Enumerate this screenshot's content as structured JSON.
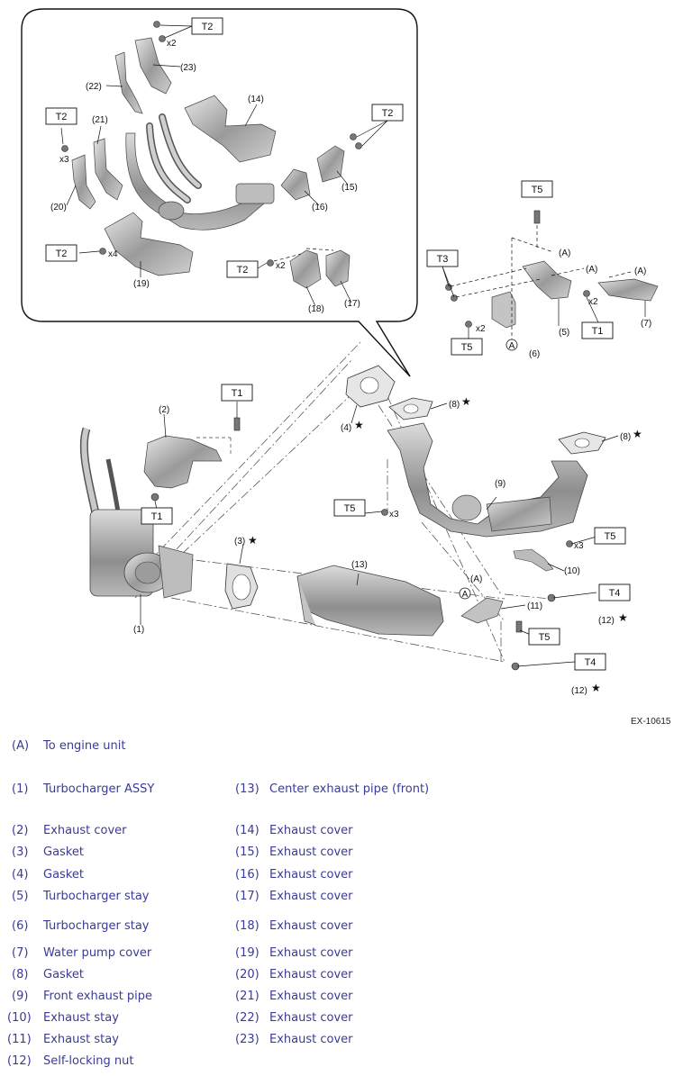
{
  "diagram": {
    "code": "EX-10615",
    "torque_codes": [
      "T1",
      "T2",
      "T3",
      "T4",
      "T5"
    ],
    "callouts": {
      "c1": "(1)",
      "c2": "(2)",
      "c3": "(3)",
      "c4": "(4)",
      "c5": "(5)",
      "c6": "(6)",
      "c7": "(7)",
      "c8a": "(8)",
      "c8b": "(8)",
      "c9": "(9)",
      "c10": "(10)",
      "c11": "(11)",
      "c12a": "(12)",
      "c12b": "(12)",
      "c13": "(13)",
      "c14": "(14)",
      "c15": "(15)",
      "c16": "(16)",
      "c17": "(17)",
      "c18": "(18)",
      "c19": "(19)",
      "c20": "(20)",
      "c21": "(21)",
      "c22": "(22)",
      "c23": "(23)",
      "a1": "(A)",
      "a2": "(A)",
      "a3": "(A)",
      "a4": "(A)",
      "x2a": "x2",
      "x2b": "x2",
      "x2c": "x2",
      "x2d": "x2",
      "x3a": "x3",
      "x3b": "x3",
      "x3c": "x3",
      "x4": "x4",
      "circA": "A"
    }
  },
  "legend": [
    {
      "num": "(A)",
      "text": "To engine unit"
    },
    {
      "num": "(1)",
      "text": "Turbocharger ASSY"
    },
    {
      "num": "(2)",
      "text": "Exhaust cover"
    },
    {
      "num": "(3)",
      "text": "Gasket"
    },
    {
      "num": "(4)",
      "text": "Gasket"
    },
    {
      "num": "(5)",
      "text": "Turbocharger stay"
    },
    {
      "num": "(6)",
      "text": "Turbocharger stay"
    },
    {
      "num": "(7)",
      "text": "Water pump cover"
    },
    {
      "num": "(8)",
      "text": "Gasket"
    },
    {
      "num": "(9)",
      "text": "Front exhaust pipe"
    },
    {
      "num": "(10)",
      "text": "Exhaust stay"
    },
    {
      "num": "(11)",
      "text": "Exhaust stay"
    },
    {
      "num": "(12)",
      "text": "Self-locking nut"
    },
    {
      "num": "(13)",
      "text": "Center exhaust pipe (front)"
    },
    {
      "num": "(14)",
      "text": "Exhaust cover"
    },
    {
      "num": "(15)",
      "text": "Exhaust cover"
    },
    {
      "num": "(16)",
      "text": "Exhaust cover"
    },
    {
      "num": "(17)",
      "text": "Exhaust cover"
    },
    {
      "num": "(18)",
      "text": "Exhaust cover"
    },
    {
      "num": "(19)",
      "text": "Exhaust cover"
    },
    {
      "num": "(20)",
      "text": "Exhaust cover"
    },
    {
      "num": "(21)",
      "text": "Exhaust cover"
    },
    {
      "num": "(22)",
      "text": "Exhaust cover"
    },
    {
      "num": "(23)",
      "text": "Exhaust cover"
    }
  ]
}
